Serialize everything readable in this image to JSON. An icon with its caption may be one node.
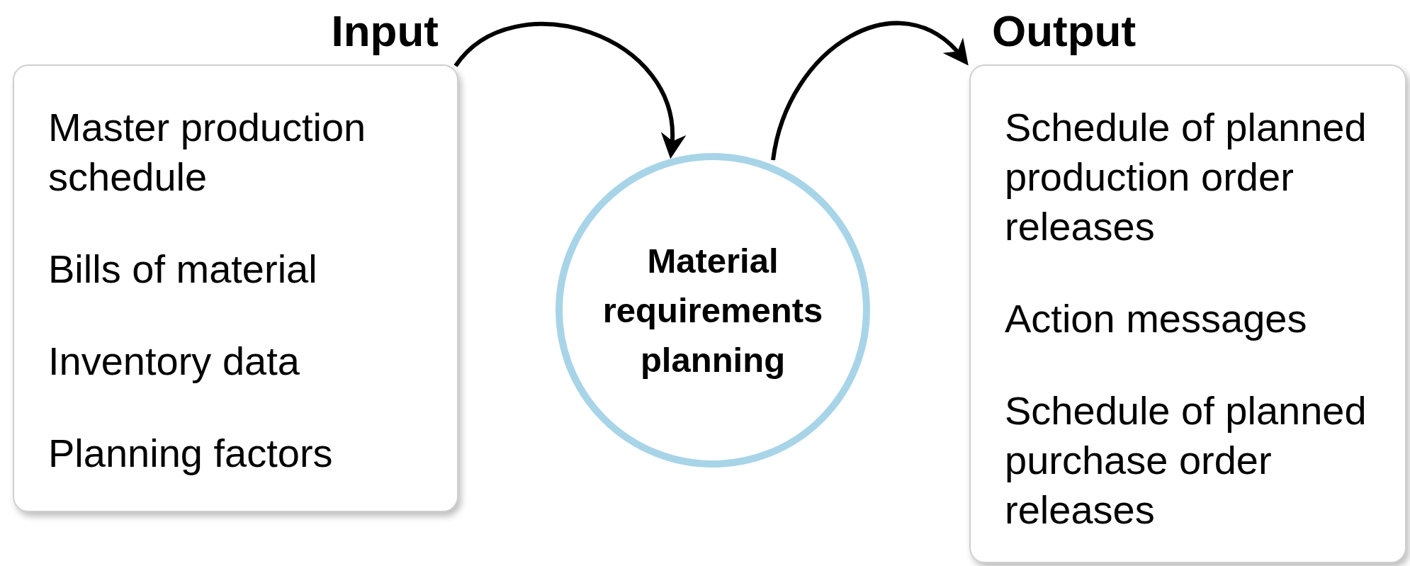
{
  "diagram": {
    "nodes": [
      {
        "text": [
          "Input",
          "Master production schedule",
          "Bills of material",
          "Inventory data",
          "Planning factors"
        ]
      },
      {
        "text": [
          "Material requirements planning"
        ]
      },
      {
        "text": [
          "Output",
          "Schedule of planned production order releases",
          "Action messages",
          "Schedule of planned purchase order releases"
        ]
      }
    ],
    "edges": [
      {
        "from": 0,
        "to": 1,
        "arrow": "to"
      },
      {
        "from": 1,
        "to": 2,
        "arrow": "to"
      }
    ]
  }
}
